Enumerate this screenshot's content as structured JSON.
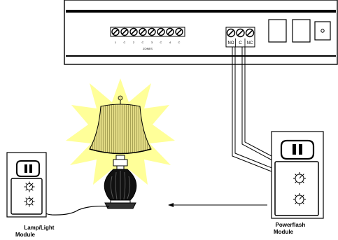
{
  "panel": {
    "zones_label": "ZONES",
    "zone_terminal_labels": [
      "1",
      "C",
      "2",
      "C",
      "3",
      "C",
      "4",
      "C"
    ],
    "output_terminal_labels": [
      "NO",
      "C",
      "NC"
    ]
  },
  "modules": {
    "lamp_module_label": [
      "Lamp/Light",
      "Module"
    ],
    "powerflash_module_label": [
      "Powerflash",
      "Module"
    ]
  },
  "colors": {
    "glow": "#ffff99",
    "shade": "#d9d27a",
    "line": "#000000"
  }
}
